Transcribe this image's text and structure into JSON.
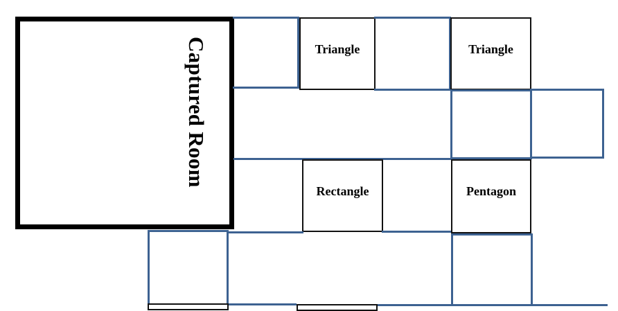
{
  "diagram": {
    "captured_room": {
      "label": "Captured Room"
    },
    "rooms": [
      {
        "id": "r1c2",
        "label": "Triangle"
      },
      {
        "id": "r1c4",
        "label": "Triangle"
      },
      {
        "id": "r3c2",
        "label": "Rectangle"
      },
      {
        "id": "r3c4",
        "label": "Pentagon"
      }
    ],
    "colors": {
      "grid_line": "#3d6291",
      "room_border": "#000000",
      "labeled_cell_border": "#111111"
    }
  }
}
